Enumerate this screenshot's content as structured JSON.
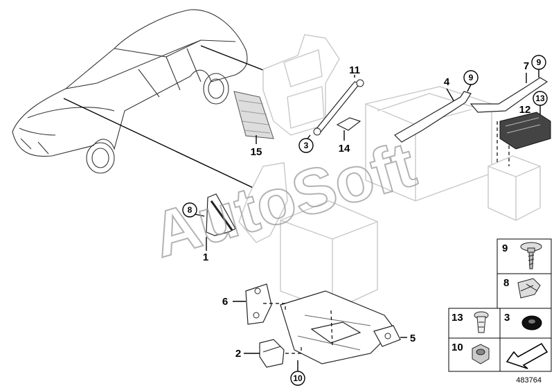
{
  "diagram": {
    "figure_number": "483764",
    "watermark": "AutoSoft",
    "callouts": [
      {
        "id": "c1",
        "text": "1",
        "circled": false
      },
      {
        "id": "c2",
        "text": "2",
        "circled": false
      },
      {
        "id": "c3",
        "text": "3",
        "circled": true
      },
      {
        "id": "c4",
        "text": "4",
        "circled": false
      },
      {
        "id": "c5",
        "text": "5",
        "circled": false
      },
      {
        "id": "c6",
        "text": "6",
        "circled": false
      },
      {
        "id": "c7",
        "text": "7",
        "circled": false
      },
      {
        "id": "c8",
        "text": "8",
        "circled": true
      },
      {
        "id": "c9a",
        "text": "9",
        "circled": true
      },
      {
        "id": "c9b",
        "text": "9",
        "circled": true
      },
      {
        "id": "c10",
        "text": "10",
        "circled": true
      },
      {
        "id": "c11",
        "text": "11",
        "circled": false
      },
      {
        "id": "c12",
        "text": "12",
        "circled": false
      },
      {
        "id": "c13",
        "text": "13",
        "circled": true
      },
      {
        "id": "c14",
        "text": "14",
        "circled": false
      },
      {
        "id": "c15",
        "text": "15",
        "circled": false
      }
    ],
    "parts_table": [
      {
        "id": "p9",
        "number": "9",
        "icon": "screw-icon"
      },
      {
        "id": "p8",
        "number": "8",
        "icon": "clip-icon"
      },
      {
        "id": "p13",
        "number": "13",
        "icon": "push-rivet-icon"
      },
      {
        "id": "p3",
        "number": "3",
        "icon": "rubber-grommet-icon"
      },
      {
        "id": "p10",
        "number": "10",
        "icon": "hex-nut-icon"
      },
      {
        "id": "parrow",
        "number": "",
        "icon": "direction-arrow-icon"
      }
    ]
  }
}
